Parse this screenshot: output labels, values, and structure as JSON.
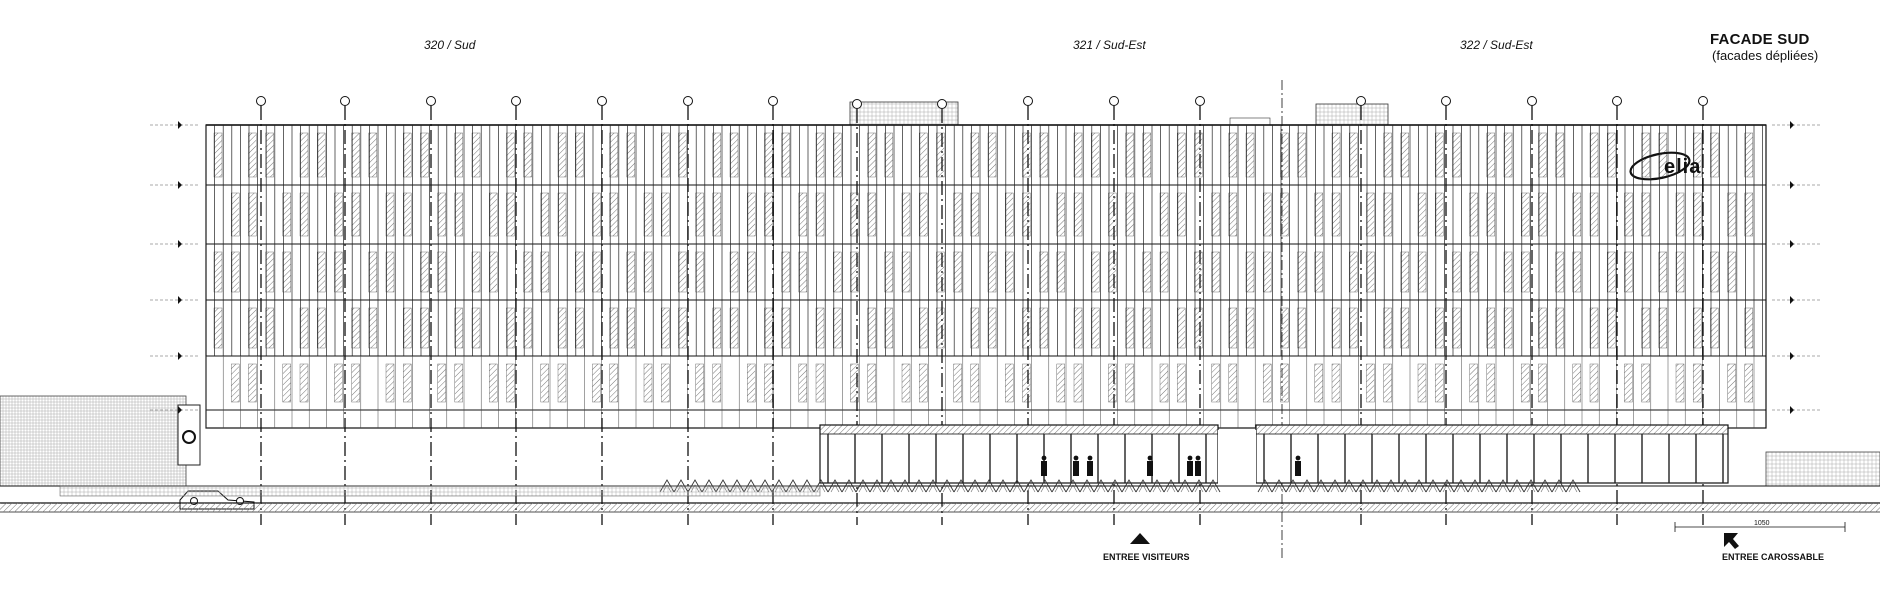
{
  "drawing": {
    "title": "FACADE SUD",
    "subtitle": "(facades dépliées)",
    "sections": [
      {
        "label": "320 / Sud"
      },
      {
        "label": "321 / Sud-Est"
      },
      {
        "label": "322 / Sud-Est"
      }
    ],
    "entrances": [
      {
        "label": "ENTREE VISITEURS"
      },
      {
        "label": "ENTREE CAROSSABLE"
      }
    ],
    "dimension": "1050",
    "logo_text": "elia"
  }
}
